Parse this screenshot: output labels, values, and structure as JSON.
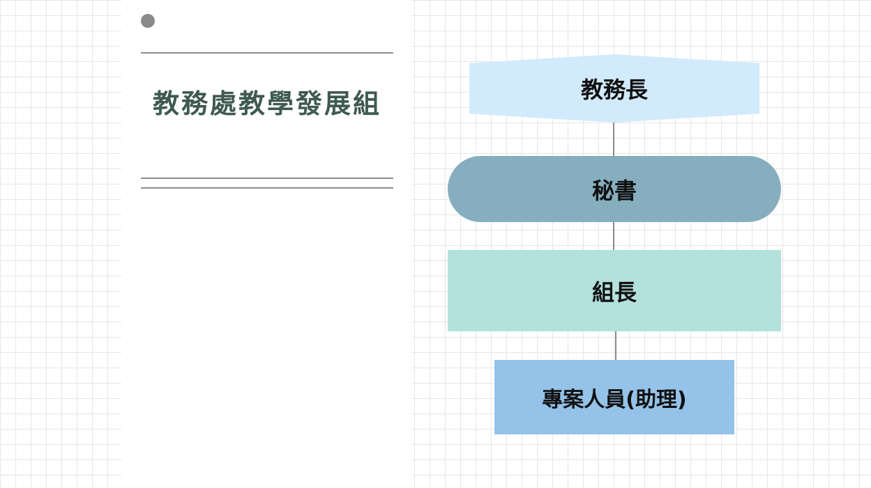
{
  "page": {
    "title": "教務處教學發展組"
  },
  "org_chart": {
    "nodes": [
      {
        "id": "dean",
        "label": "教務長",
        "shape": "hexagon",
        "color": "#d1eafc"
      },
      {
        "id": "secretary",
        "label": "秘書",
        "shape": "pill",
        "color": "#86aebe"
      },
      {
        "id": "group-leader",
        "label": "組長",
        "shape": "rectangle",
        "color": "#b3e1dc"
      },
      {
        "id": "project-staff",
        "label": "專案人員(助理)",
        "shape": "rectangle",
        "color": "#94c2e8"
      }
    ],
    "edges": [
      {
        "from": "dean",
        "to": "secretary"
      },
      {
        "from": "secretary",
        "to": "group-leader"
      },
      {
        "from": "group-leader",
        "to": "project-staff"
      }
    ]
  },
  "colors": {
    "title_text": "#3f5a50",
    "rule": "#8c8c8c",
    "grid": "#e6e6e6"
  }
}
